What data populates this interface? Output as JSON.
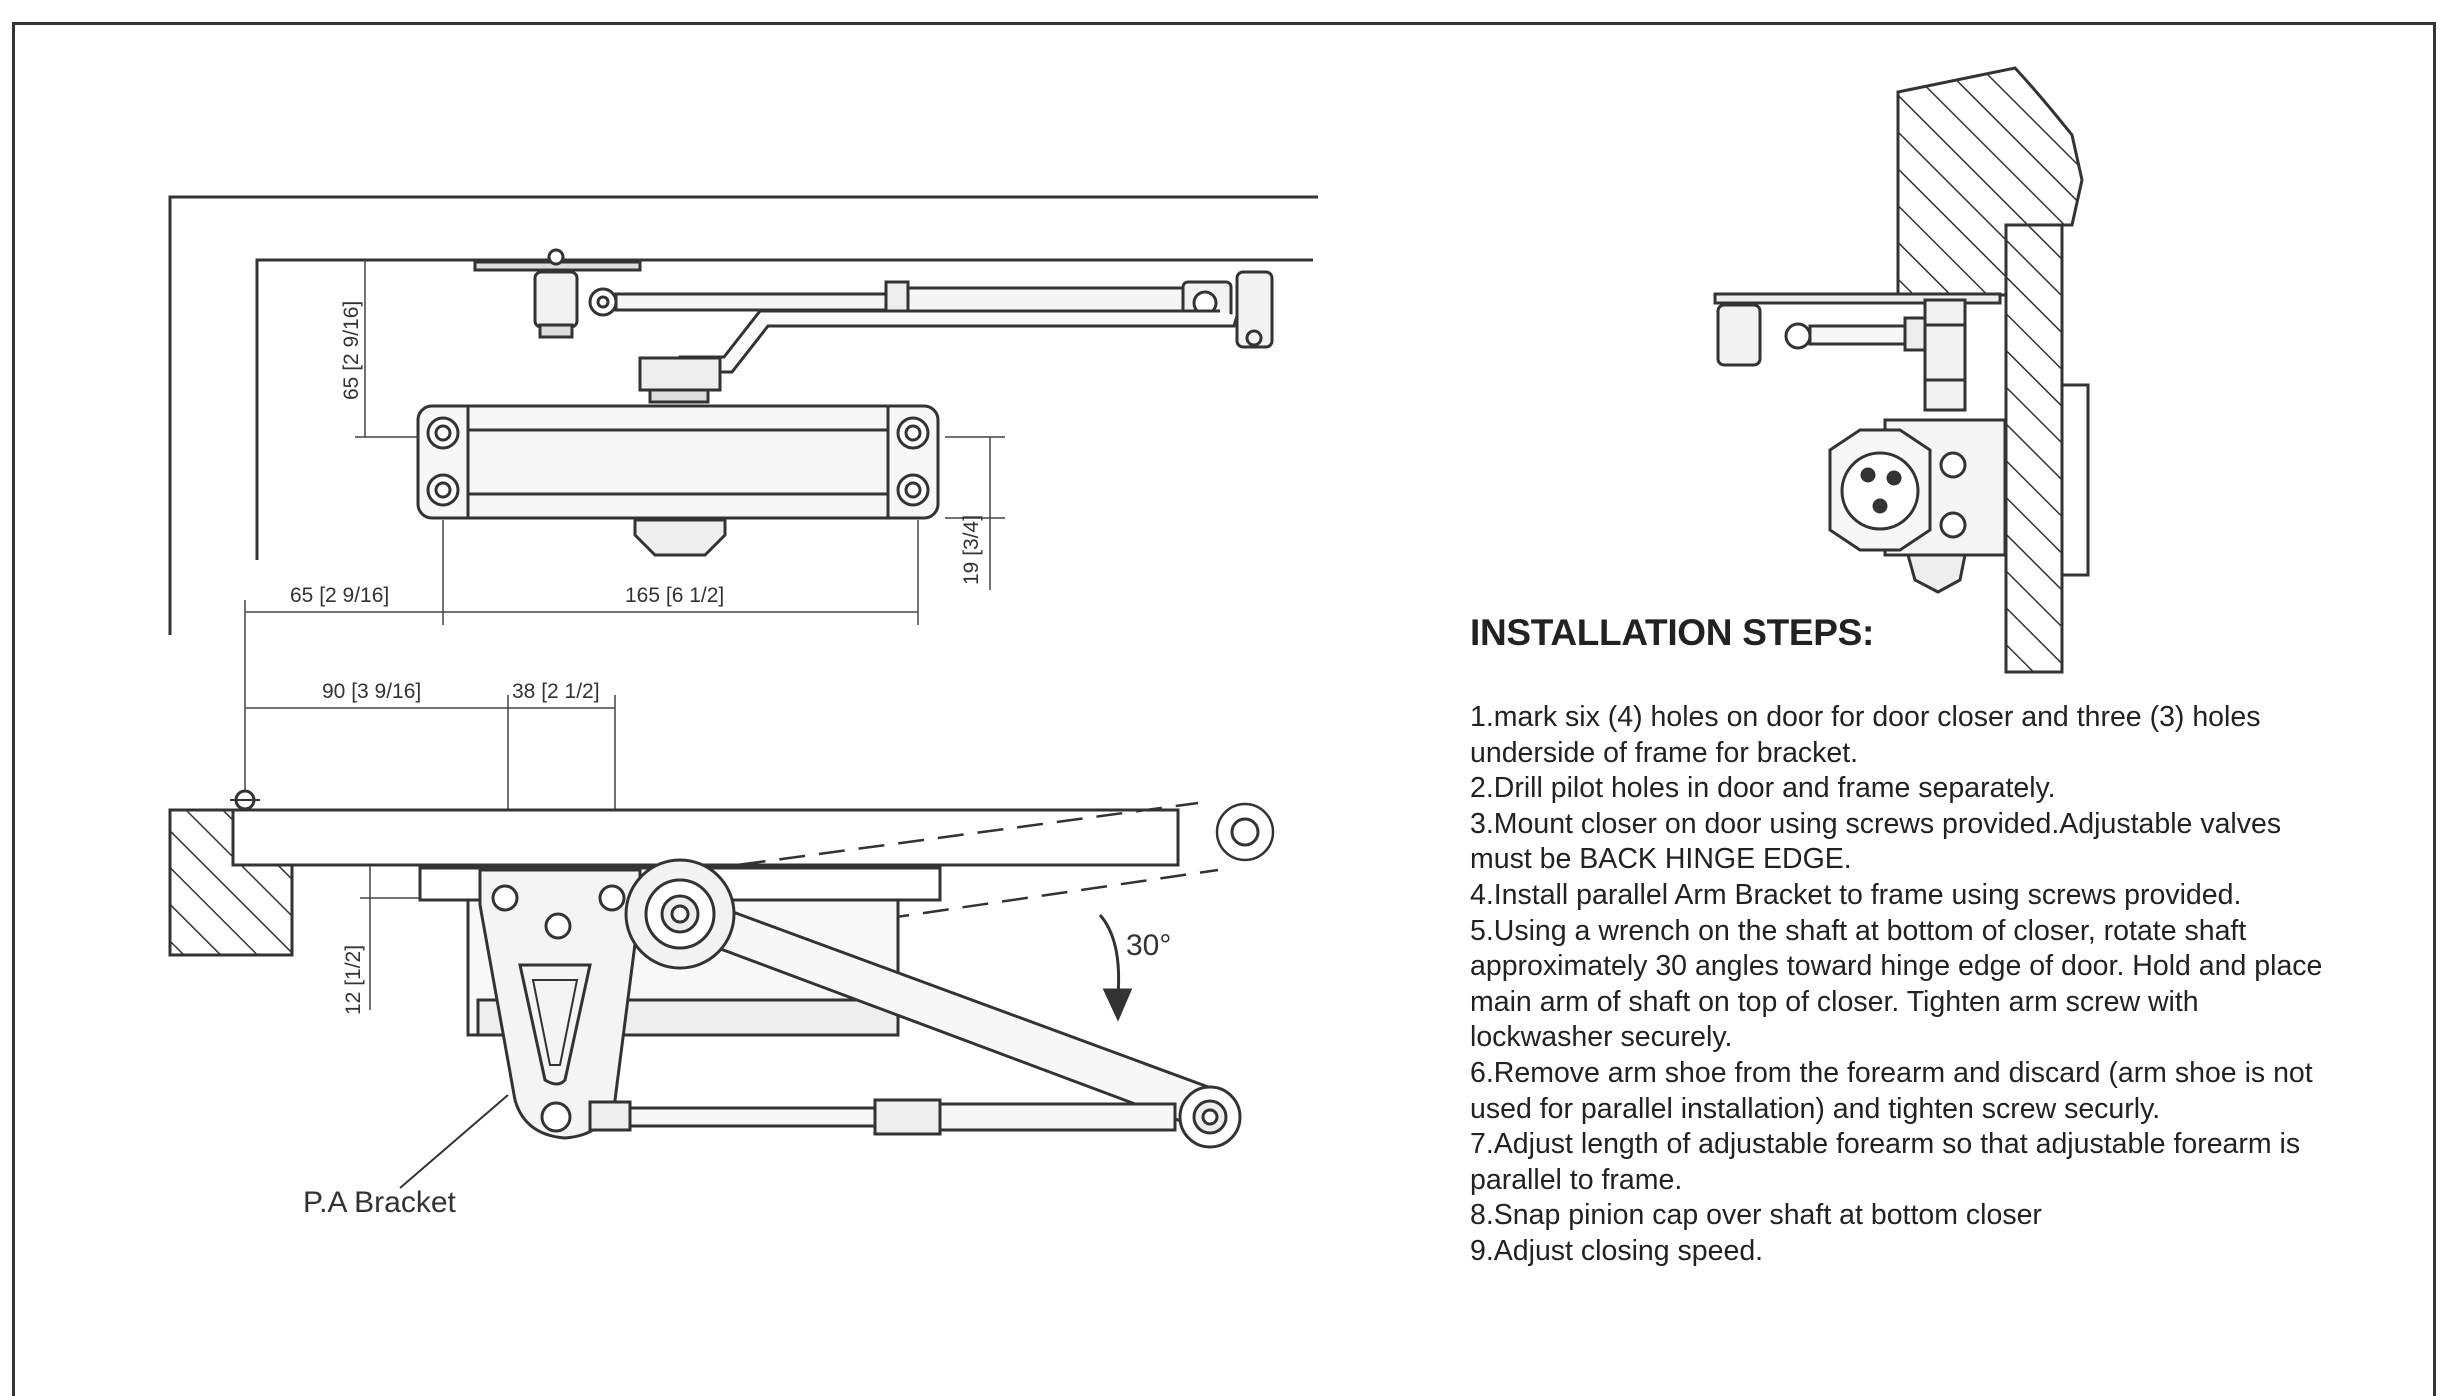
{
  "dimensions": {
    "bracket_height": "65 [2 9/16]",
    "bracket_offset": "65 [2 9/16]",
    "body_length": "165 [6 1/2]",
    "body_inset": "19 [3/4]",
    "frame_offset": "90 [3 9/16]",
    "bracket_width": "38 [2 1/2]",
    "arm_drop": "12 [1/2]"
  },
  "angle_label": "30°",
  "bracket_label": "P.A Bracket",
  "instructions": {
    "heading": "INSTALLATION STEPS:",
    "steps": [
      "1.mark six (4) holes on door for door closer and three (3) holes underside of frame for bracket.",
      "2.Drill pilot holes in door and frame separately.",
      "3.Mount closer on door using screws provided.Adjustable valves must be  BACK HINGE EDGE.",
      "4.Install parallel Arm Bracket to frame using screws provided.",
      "5.Using a wrench on the  shaft at bottom of closer, rotate shaft approximately 30 angles toward hinge edge of door. Hold and place main arm of shaft on top of closer. Tighten arm screw with lockwasher securely.",
      "6.Remove arm shoe from the forearm and discard (arm shoe is not used for parallel installation) and tighten screw securly.",
      "7.Adjust length of adjustable forearm so that adjustable forearm is parallel to frame.",
      "8.Snap pinion cap over shaft at bottom closer",
      "9.Adjust closing speed."
    ]
  }
}
